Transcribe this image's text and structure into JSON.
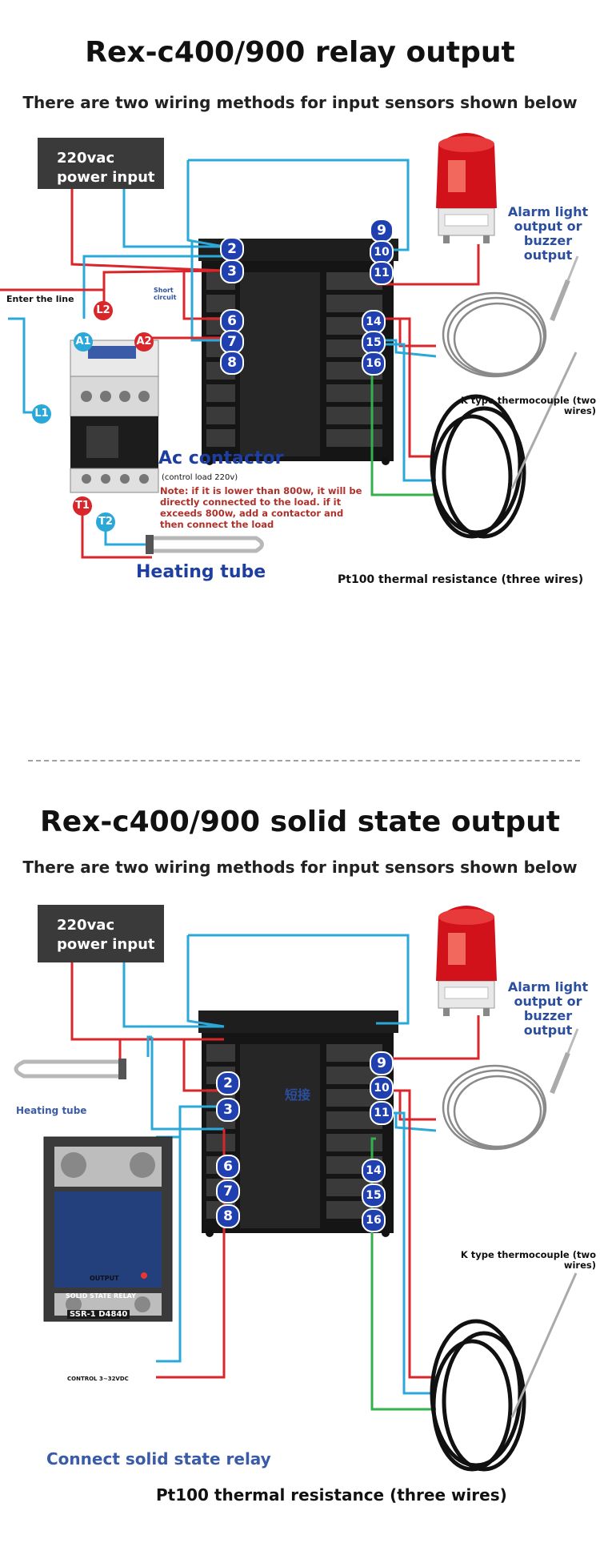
{
  "relay": {
    "title": "Rex-c400/900 relay output",
    "subtitle": "There are two wiring methods for input sensors shown below",
    "power_input_line1": "220vac",
    "power_input_line2": "power input",
    "alarm_line1": "Alarm light",
    "alarm_line2": "output or",
    "alarm_line3": "buzzer",
    "alarm_line4": "output",
    "short_circuit_line1": "Short",
    "short_circuit_line2": "circuit",
    "enter_the_line": "Enter the line",
    "terminal_labels": [
      "2",
      "3",
      "6",
      "7",
      "8",
      "9",
      "10",
      "11",
      "14",
      "15",
      "16"
    ],
    "tags": [
      "L2",
      "A1",
      "A2",
      "L1",
      "T1",
      "T2"
    ],
    "ac_contactor": "Ac contactor",
    "control_load": "(control load 220v)",
    "note": "Note: if it is lower than 800w, it will be directly connected to the load. if it exceeds 800w, add a contactor and then connect the load",
    "heating_tube": "Heating tube",
    "thermocouple_line1": "K type thermocouple (two",
    "thermocouple_line2": "wires)",
    "pt100": "Pt100 thermal resistance (three wires)"
  },
  "ssr": {
    "title": "Rex-c400/900 solid state output",
    "subtitle": "There are two wiring methods for input sensors shown below",
    "power_input_line1": "220vac",
    "power_input_line2": "power input",
    "alarm_line1": "Alarm light",
    "alarm_line2": "output or",
    "alarm_line3": "buzzer",
    "alarm_line4": "output",
    "short_connect": "短接",
    "terminal_labels": [
      "2",
      "3",
      "6",
      "7",
      "8",
      "9",
      "10",
      "11",
      "14",
      "15",
      "16"
    ],
    "heating_tube": "Heating tube",
    "ssr_label_output": "OUTPUT",
    "ssr_label_name": "SOLID STATE RELAY",
    "ssr_label_model": "SSR-1 D4840",
    "ssr_label_control": "CONTROL 3~32VDC",
    "thermocouple_line1": "K type thermocouple (two",
    "thermocouple_line2": "wires)",
    "connect_ssr": "Connect solid state relay",
    "pt100": "Pt100 thermal resistance (three wires)"
  },
  "colors": {
    "wire_red": "#d8262b",
    "wire_cyan": "#2aa8d8",
    "wire_green": "#33b24a",
    "terminal_blue": "#2040b0",
    "label_blue": "#1f3fa0",
    "note_red": "#b0302a"
  }
}
